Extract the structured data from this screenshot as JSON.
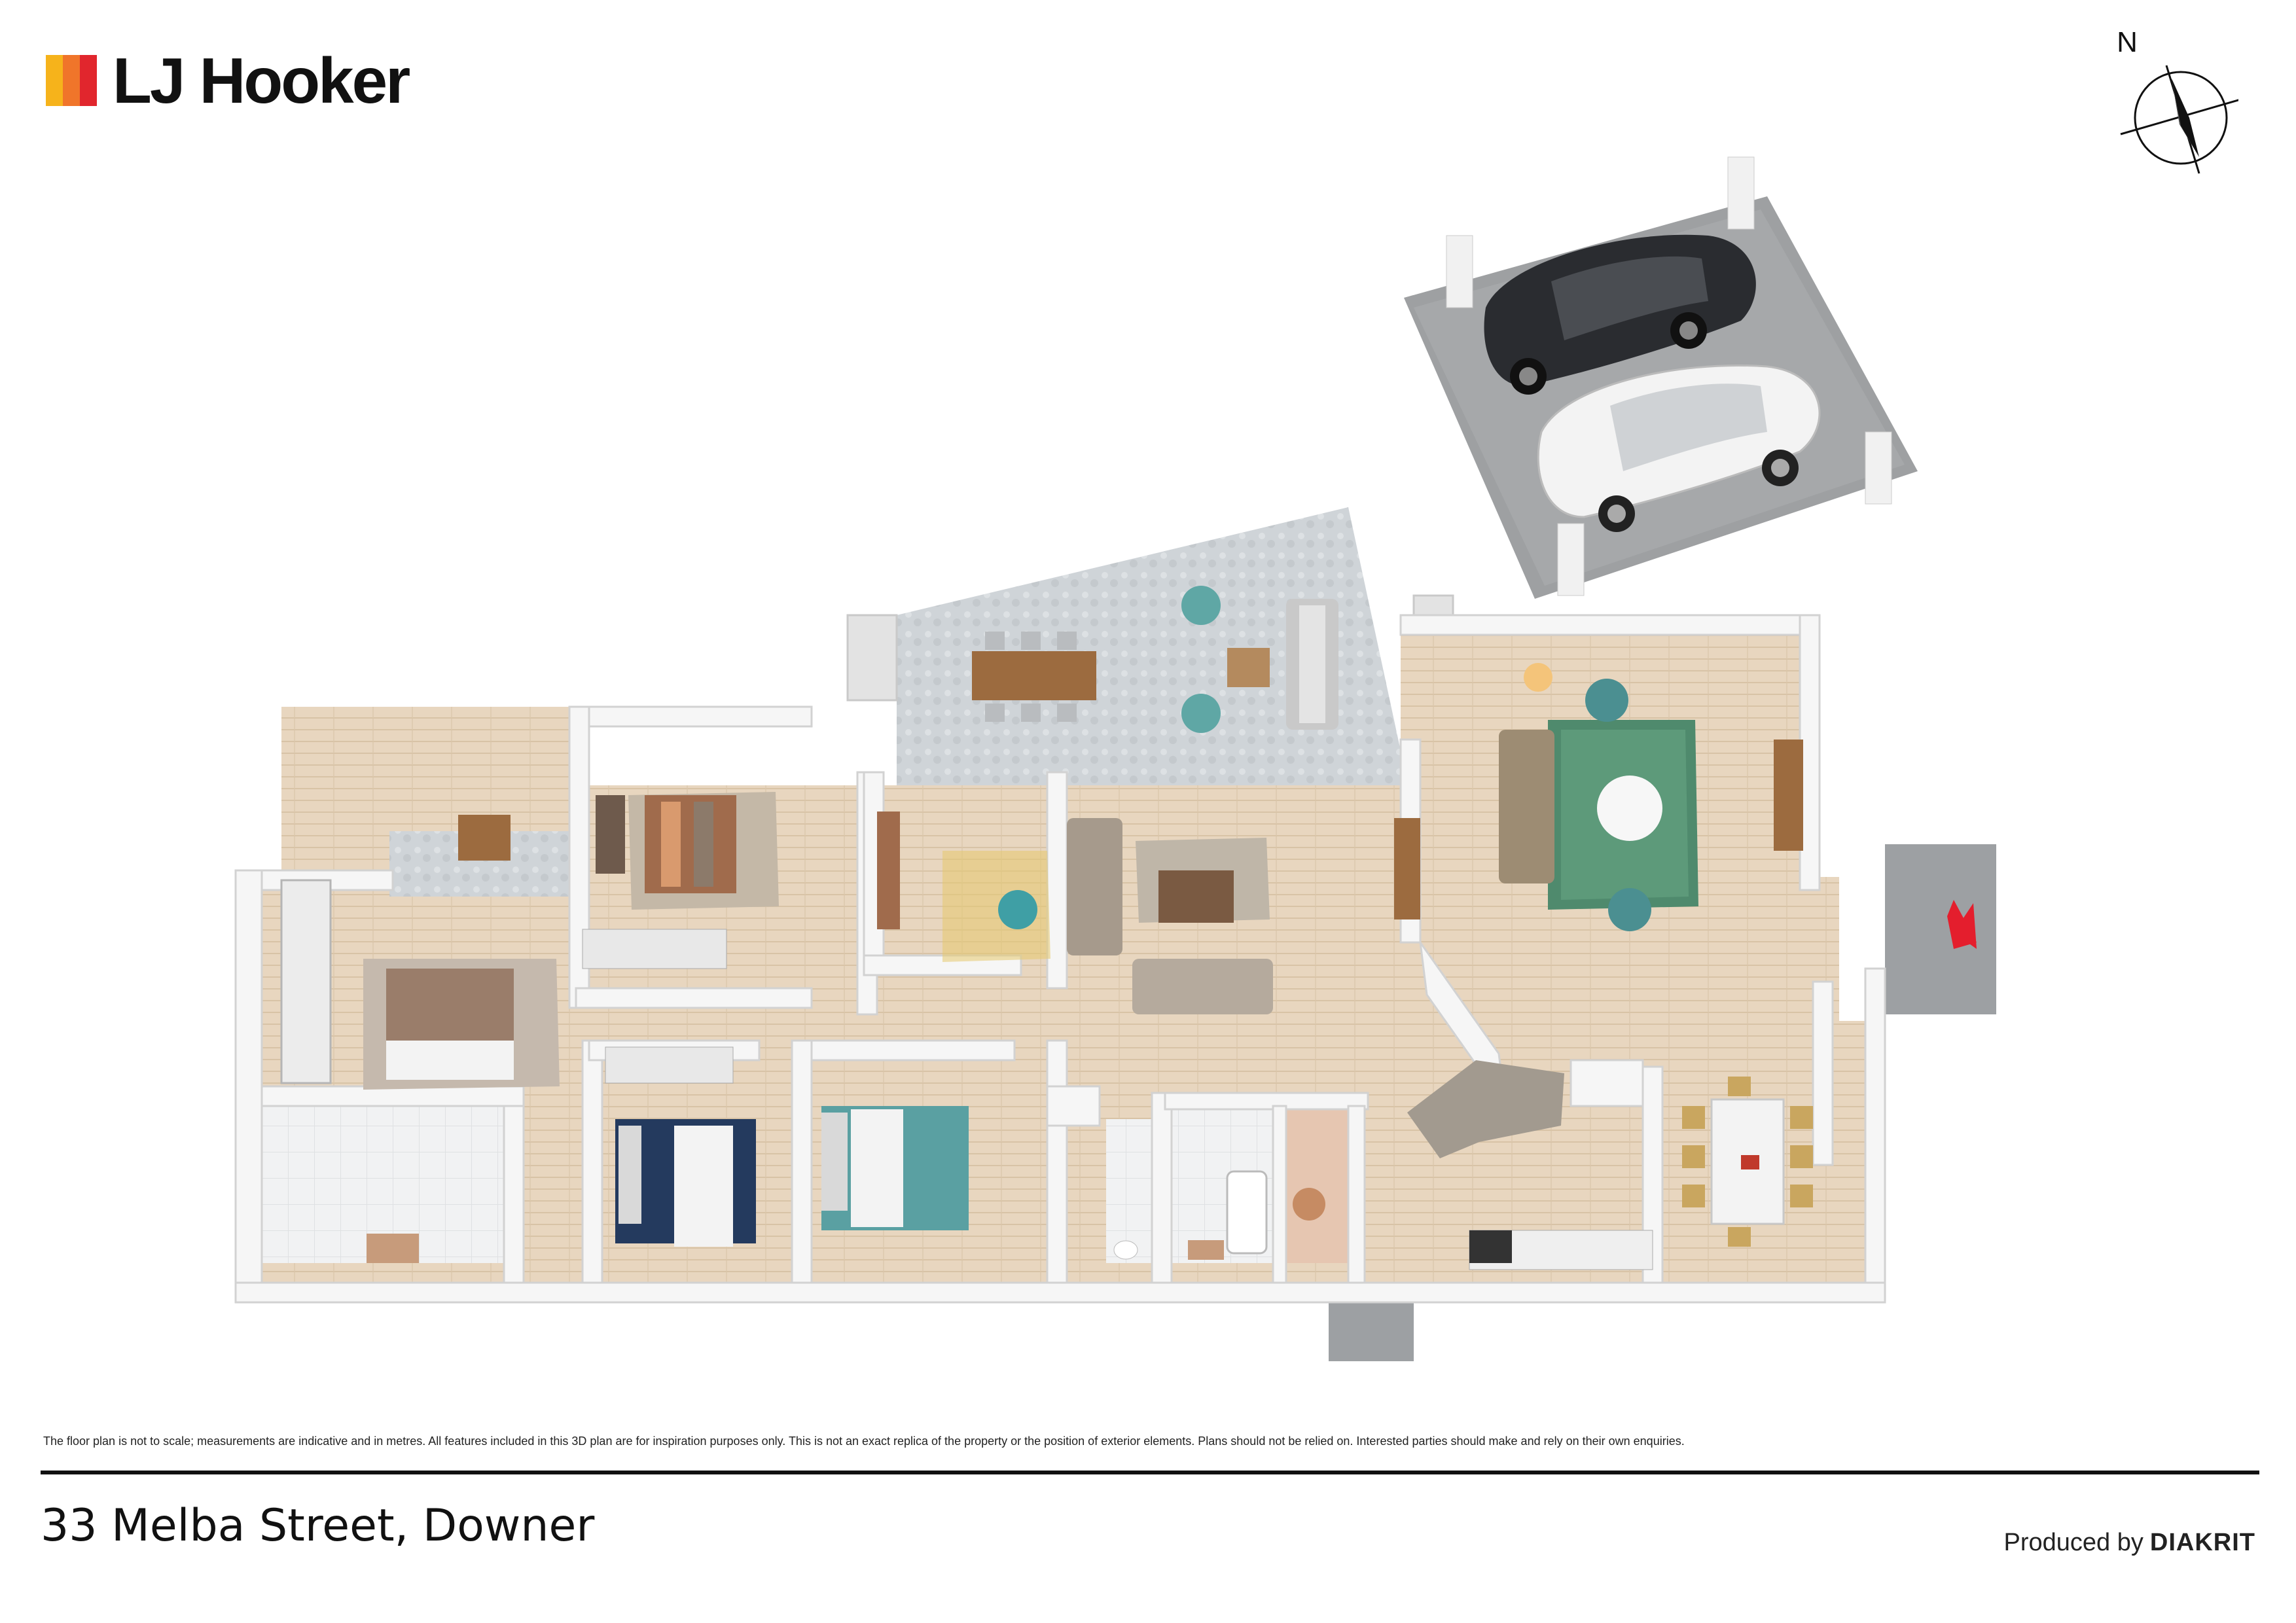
{
  "brand": {
    "logo_text": "LJ Hooker",
    "logo_colors": [
      "#f6b31b",
      "#f0752a",
      "#e1262d"
    ]
  },
  "compass": {
    "north_label": "N"
  },
  "plan": {
    "kind": "3D floor plan render",
    "colors": {
      "floor_timber": "#e6d4bc",
      "wall": "#f5f5f5",
      "wall_shadow": "#d7d7d7",
      "alfresco_paving": "#cfd3d6",
      "garage_slab": "#9ea0a2",
      "entry_marker": "#e41e2d"
    },
    "icons": [
      "car-icon",
      "bed-icon",
      "sofa-icon",
      "dining-table-icon",
      "rug-icon",
      "bath-icon",
      "entry-arrow-icon"
    ]
  },
  "footer": {
    "disclaimer": "The floor plan is not to scale; measurements are indicative and in metres. All features included in this 3D plan are for inspiration purposes only. This is not an exact replica of the property or the position of exterior elements. Plans should not be relied on. Interested parties should make and rely on their own enquiries.",
    "address": "33 Melba Street, Downer",
    "produced_prefix": "Produced by",
    "produced_brand": "DIAKRIT"
  }
}
